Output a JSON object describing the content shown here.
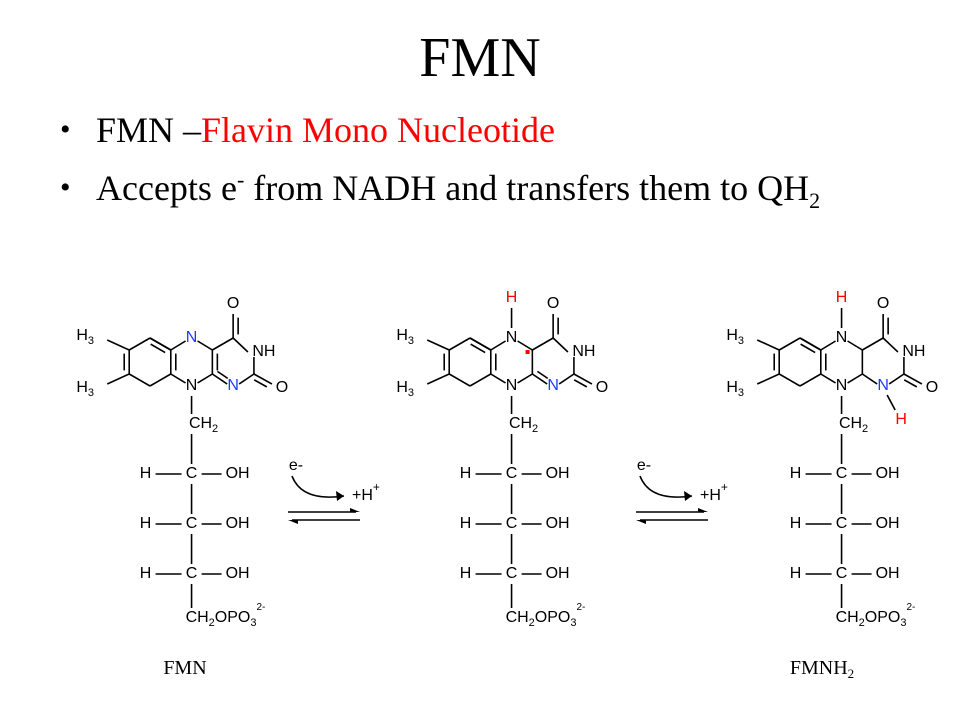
{
  "slide": {
    "title": "FMN",
    "bullet1": {
      "prefix": "FMN –",
      "highlight": "Flavin Mono Nucleotide"
    },
    "bullet2": {
      "text_a": "Accepts e",
      "sup": "-",
      "text_b": " from NADH and transfers them to QH",
      "sub": "2"
    }
  },
  "figure": {
    "atoms": {
      "O": "O",
      "NH": "NH",
      "N": "N",
      "H": "H",
      "C": "C",
      "OH": "OH",
      "H3": "H",
      "sub3": "3",
      "CH": "CH",
      "sub2": "2",
      "phosphate_a": "CH",
      "phosphate_sub2": "2",
      "phosphate_b": "OPO",
      "phosphate_sub3": "3",
      "phosphate_charge": "2-"
    },
    "reaction": {
      "electron": "e-",
      "proton_plus": "+",
      "proton_h": "H",
      "proton_sup": "+"
    },
    "captions": {
      "left": "FMN",
      "right_main": "FMNH",
      "right_sub": "2"
    },
    "colors": {
      "bond": "#000000",
      "nitrogen": "#1e3cff",
      "hydrogen": "#ff0000",
      "radical": "#ff0000",
      "arrow": "#000000"
    }
  }
}
